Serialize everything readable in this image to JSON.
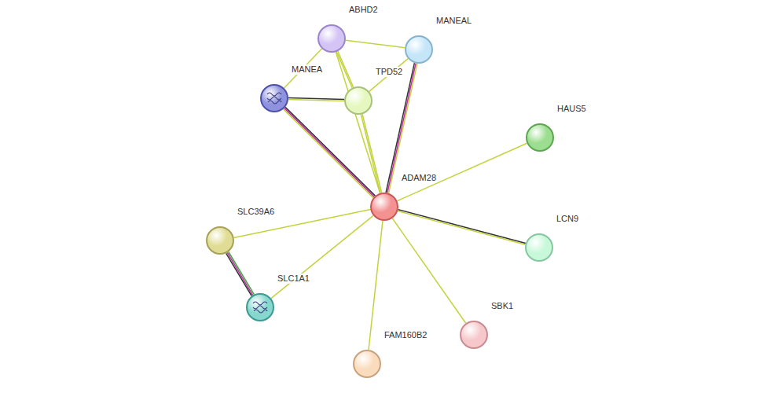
{
  "diagram": {
    "nodes": [
      {
        "text": [
          "ABHD2"
        ]
      },
      {
        "text": [
          "MANEAL"
        ]
      },
      {
        "text": [
          "MANEA"
        ]
      },
      {
        "text": [
          "TPD52"
        ]
      },
      {
        "text": [
          "HAUS5"
        ]
      },
      {
        "text": [
          "ADAM28"
        ]
      },
      {
        "text": [
          "SLC39A6"
        ]
      },
      {
        "text": [
          "LCN9"
        ]
      },
      {
        "text": [
          "SLC1A1"
        ]
      },
      {
        "text": [
          "SBK1"
        ]
      },
      {
        "text": [
          "FAM160B2"
        ]
      }
    ],
    "edges": [
      {
        "from": 0,
        "to": 1,
        "arrow": "none"
      },
      {
        "from": 0,
        "to": 2,
        "arrow": "none"
      },
      {
        "from": 0,
        "to": 3,
        "arrow": "none"
      },
      {
        "from": 0,
        "to": 5,
        "arrow": "none"
      },
      {
        "from": 1,
        "to": 3,
        "arrow": "none"
      },
      {
        "from": 1,
        "to": 5,
        "arrow": "none"
      },
      {
        "from": 2,
        "to": 3,
        "arrow": "none"
      },
      {
        "from": 2,
        "to": 5,
        "arrow": "none"
      },
      {
        "from": 3,
        "to": 5,
        "arrow": "none"
      },
      {
        "from": 5,
        "to": 4,
        "arrow": "none"
      },
      {
        "from": 5,
        "to": 7,
        "arrow": "none"
      },
      {
        "from": 5,
        "to": 6,
        "arrow": "none"
      },
      {
        "from": 5,
        "to": 8,
        "arrow": "none"
      },
      {
        "from": 5,
        "to": 10,
        "arrow": "none"
      },
      {
        "from": 5,
        "to": 9,
        "arrow": "none"
      },
      {
        "from": 6,
        "to": 8,
        "arrow": "none"
      }
    ]
  }
}
